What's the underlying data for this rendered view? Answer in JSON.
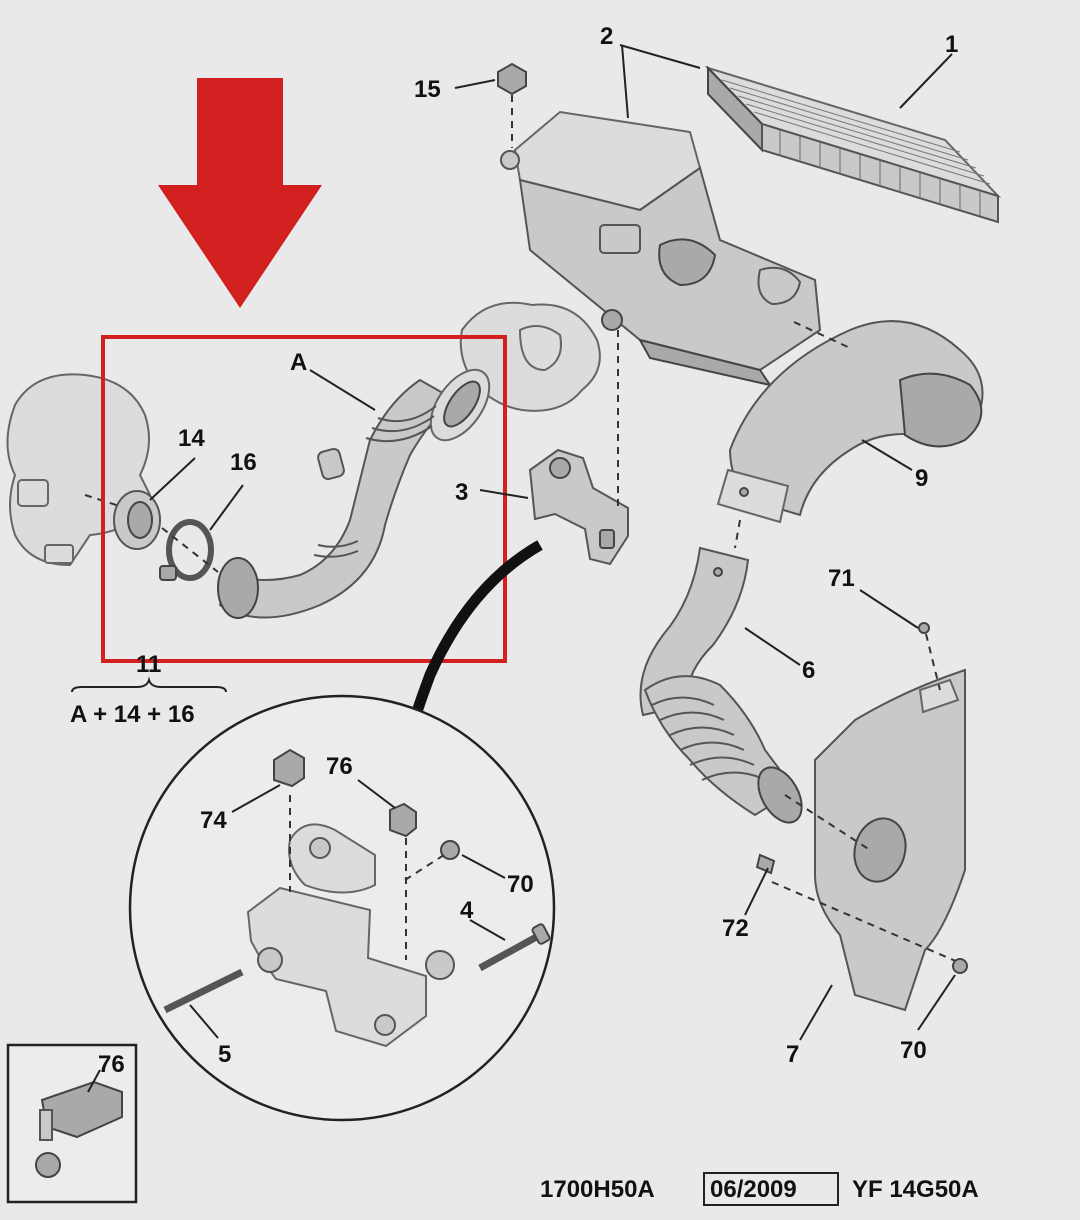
{
  "labels": {
    "l1": "1",
    "l2": "2",
    "l15": "15",
    "lA": "A",
    "l14": "14",
    "l16": "16",
    "l3": "3",
    "l9": "9",
    "l6": "6",
    "l71": "71",
    "l11": "11",
    "l74": "74",
    "l76": "76",
    "l70a": "70",
    "l4": "4",
    "l5": "5",
    "l72": "72",
    "l7": "7",
    "l70b": "70",
    "l76b": "76"
  },
  "formula": "A + 14 + 16",
  "footer": {
    "code": "1700H50A",
    "date": "06/2009",
    "ref": "YF 14G50A"
  },
  "colors": {
    "highlight": "#d21f1f",
    "arrow": "#d21f1f",
    "line": "#222222"
  },
  "icons": {
    "arrow": "down-arrow-icon"
  }
}
